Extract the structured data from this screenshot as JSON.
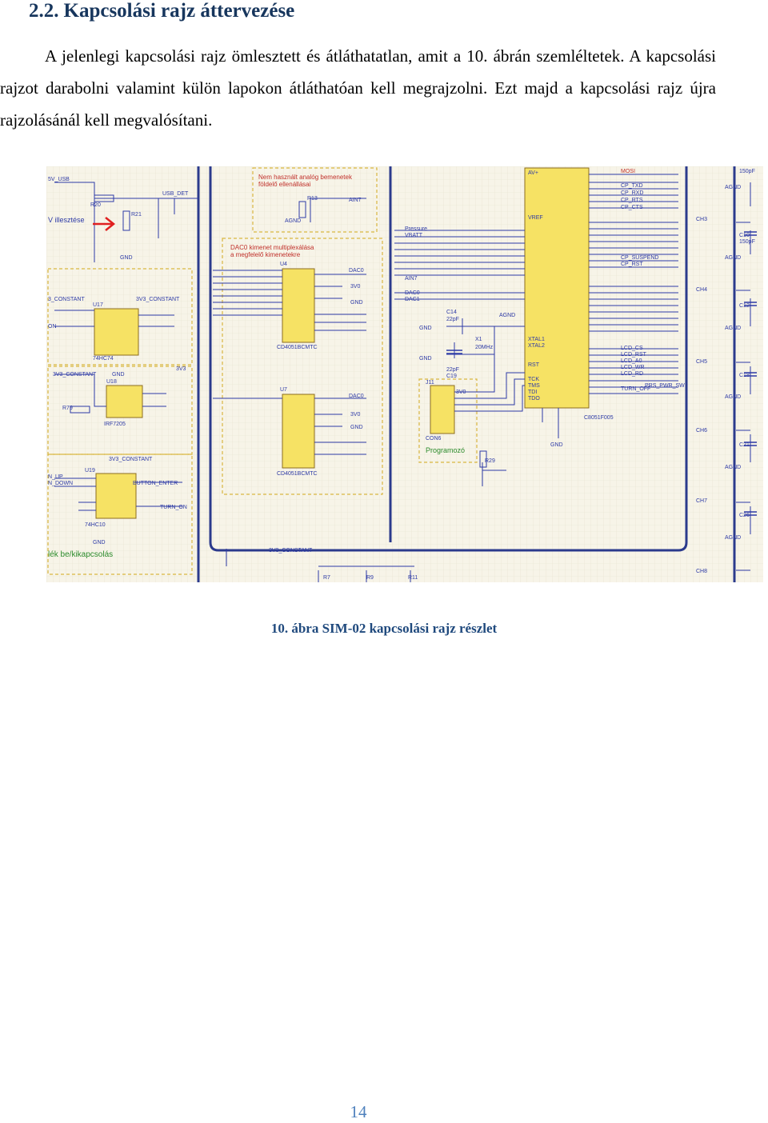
{
  "heading": {
    "number": "2.2.",
    "title": "Kapcsolási rajz áttervezése"
  },
  "paragraph": "A jelenlegi kapcsolási rajz ömlesztett és átláthatatlan, amit a 10. ábrán szemléltetek. A kapcsolási rajzot darabolni valamint külön lapokon átláthatóan kell megrajzolni. Ezt majd a kapcsolási rajz újra rajzolásánál kell megvalósítani.",
  "figure": {
    "caption": "10. ábra SIM-02 kapcsolási rajz részlet",
    "labels": {
      "usb": "5V_USB",
      "v_illesztes": "V illesztése",
      "usb_det": "USB_DET",
      "r20": "R20",
      "r21": "R21",
      "gnd": "GND",
      "nem_hasznalt": "Nem használt analóg bemenetek",
      "foldelo": "földelő ellenállásai",
      "ain7": "AIN7",
      "r13": "R13",
      "agnd": "AGND",
      "dac0_kimenet": "DAC0 kimenet multiplexálása",
      "megfelelo": "a megfelelő kimenetekre",
      "u4": "U4",
      "u7": "U7",
      "cd4051": "CD4051BCMTC",
      "dac0": "DAC0",
      "v3v0": "3V0",
      "constant": "3_CONSTANT",
      "v3v3_constant": "3V3_CONSTANT",
      "u17": "U17",
      "hc74": "74HC74",
      "u18": "U18",
      "irf": "IRF7205",
      "r79": "R79",
      "u19": "U19",
      "hc10": "74HC10",
      "button_enter": "BUTTON_ENTER",
      "turn_on": "TURN_ON",
      "be_ki": "lék be/kikapcsolás",
      "on": "ON",
      "up": "N_UP",
      "down": "N_DOWN",
      "j11": "J11",
      "con6": "CON6",
      "programozo": "Programozó",
      "r29": "R29",
      "x1": "X1",
      "mhz": "20MHz",
      "c14": "C14",
      "c19": "C19",
      "pf22": "22pF",
      "c8051": "C8051F005",
      "vbatt": "VBATT",
      "pressure": "Pressure",
      "ch3": "CH3",
      "ch4": "CH4",
      "ch5": "CH5",
      "ch6": "CH6",
      "ch7": "CH7",
      "ch8": "CH8",
      "v3v3": "3V3",
      "r7": "R7",
      "r9": "R9",
      "r11": "R11",
      "prs_pwr": "PRS_PWR_SW",
      "turn_off": "TURN_OFF",
      "lcd_cs": "LCD_CS",
      "lcd_rst": "LCD_RST",
      "lcd_a0": "LCD_A0",
      "lcd_wr": "LCD_WR",
      "lcd_rd": "LCD_RD",
      "cp_txd": "CP_TXD",
      "cp_rxd": "CP_RXD",
      "cp_rts": "CP_RTS",
      "cp_cts": "CP_CTS",
      "cp_suspend": "CP_SUSPEND",
      "cp_rst": "CP_RST",
      "mosi": "MOSI",
      "dac1": "DAC1",
      "rst": "RST",
      "tck": "TCK",
      "tms": "TMS",
      "tdi": "TDI",
      "tdo": "TDO",
      "xtal1": "XTAL1",
      "xtal2": "XTAL2",
      "vref": "VREF",
      "av": "AV+",
      "pf150": "150pF",
      "c10": "C10",
      "c12": "C12",
      "c18": "C18",
      "c21": "C21",
      "c26": "C26"
    }
  },
  "page_number": "14"
}
